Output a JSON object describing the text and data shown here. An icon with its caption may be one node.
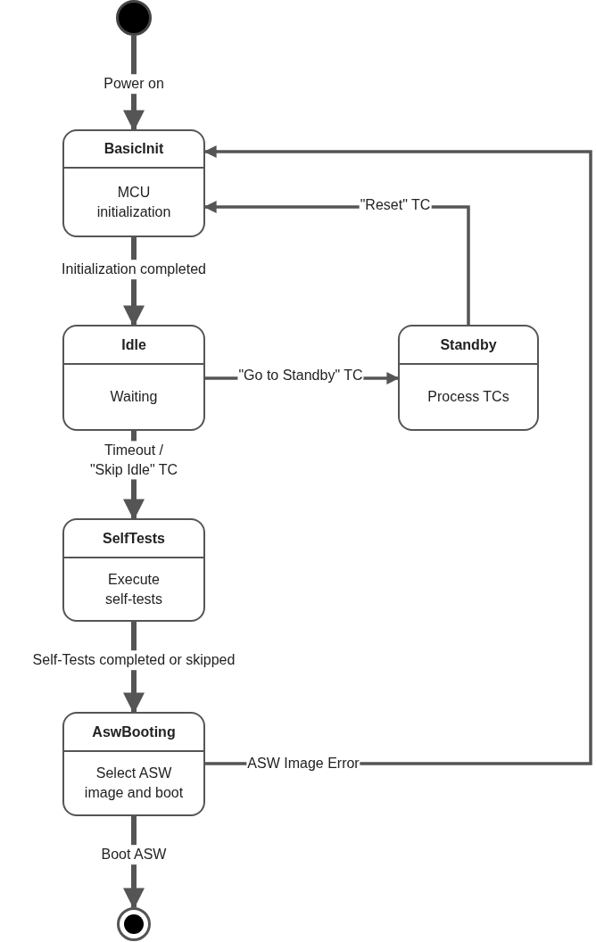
{
  "diagram": {
    "nodes": [
      {
        "text": [],
        "shape": "circle"
      },
      {
        "text": [
          "BasicInit",
          "MCU initialization"
        ]
      },
      {
        "text": [
          "Idle",
          "Waiting"
        ]
      },
      {
        "text": [
          "Standby",
          "Process TCs"
        ]
      },
      {
        "text": [
          "SelfTests",
          "Execute self-tests"
        ]
      },
      {
        "text": [
          "AswBooting",
          "Select ASW image and boot"
        ]
      },
      {
        "text": [],
        "shape": "circle"
      }
    ],
    "edges": [
      {
        "from": 0,
        "to": 1,
        "arrow": "to",
        "label": "Power on"
      },
      {
        "from": 1,
        "to": 2,
        "arrow": "to",
        "label": "Initialization completed"
      },
      {
        "from": 2,
        "to": 3,
        "arrow": "to",
        "label": "\"Go to Standby\" TC"
      },
      {
        "from": 3,
        "to": 1,
        "arrow": "to",
        "label": "\"Reset\" TC"
      },
      {
        "from": 2,
        "to": 4,
        "arrow": "to",
        "label": "Timeout / \"Skip Idle\" TC"
      },
      {
        "from": 4,
        "to": 5,
        "arrow": "to",
        "label": "Self-Tests completed or skipped"
      },
      {
        "from": 5,
        "to": 1,
        "arrow": "to",
        "label": "ASW Image Error"
      },
      {
        "from": 5,
        "to": 6,
        "arrow": "to",
        "label": "Boot ASW"
      }
    ]
  }
}
